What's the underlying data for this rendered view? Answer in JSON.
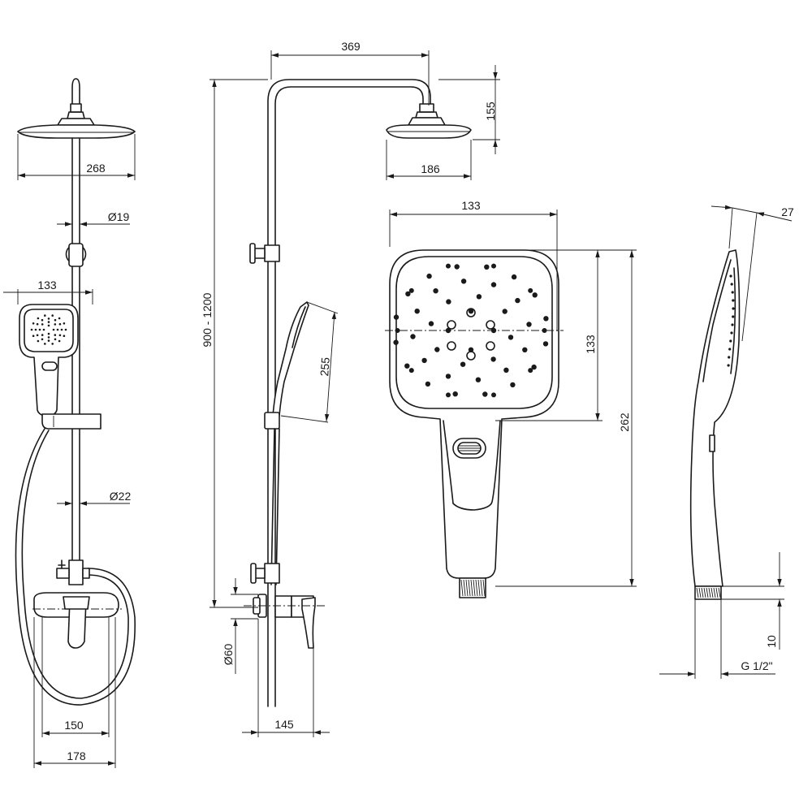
{
  "dimensions": {
    "overhead_width": "268",
    "rail_diameter": "Ø19",
    "handshower_width_small": "133",
    "pipe_diameter": "Ø22",
    "mixer_spacing": "150",
    "mixer_width": "178",
    "arm_length": "369",
    "head_height": "155",
    "head_width_side": "186",
    "height_range": "900 - 1200",
    "handshower_length": "255",
    "escutcheon_diameter": "Ø60",
    "wall_offset": "145",
    "handshower_head_width": "133",
    "handshower_head_height": "133",
    "handshower_total_length": "262",
    "handshower_thickness": "27",
    "thread_length": "10",
    "thread_size": "G 1/2\""
  },
  "colors": {
    "line": "#1a1a1a",
    "background": "#ffffff"
  }
}
